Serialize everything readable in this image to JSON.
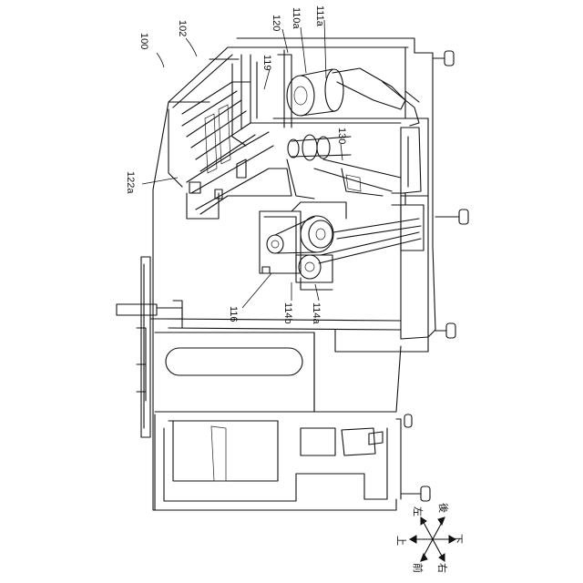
{
  "figure": {
    "reference_labels": {
      "r100": "100",
      "r102": "102",
      "r120": "120",
      "r110a": "110a",
      "r111a": "111a",
      "r119": "119",
      "r130": "130",
      "r122a": "122a",
      "r116": "116",
      "r114b": "114b",
      "r114a": "114a"
    },
    "direction_indicator": {
      "up": "上",
      "down": "下",
      "left": "左",
      "right": "右",
      "front": "前",
      "back": "後"
    }
  }
}
